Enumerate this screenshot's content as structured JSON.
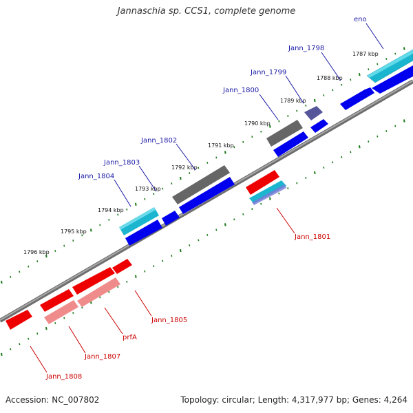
{
  "title": "Jannaschia sp. CCS1, complete genome",
  "footer": {
    "accession": "Accession: NC_007802",
    "summary": "Topology: circular; Length: 4,317,977 bp; Genes: 4,264"
  },
  "scale_labels": [
    "1787 kbp",
    "1788 kbp",
    "1789 kbp",
    "1790 kbp",
    "1791 kbp",
    "1792 kbp",
    "1793 kbp",
    "1794 kbp",
    "1795 kbp",
    "1796 kbp"
  ],
  "gene_labels": {
    "eno": "eno",
    "Jann_1798": "Jann_1798",
    "Jann_1799": "Jann_1799",
    "Jann_1800": "Jann_1800",
    "Jann_1801": "Jann_1801",
    "Jann_1802": "Jann_1802",
    "Jann_1803": "Jann_1803",
    "Jann_1804": "Jann_1804",
    "Jann_1805": "Jann_1805",
    "prfA": "prfA",
    "Jann_1807": "Jann_1807",
    "Jann_1808": "Jann_1808"
  },
  "colors": {
    "forward_label": "#1a1aa6",
    "reverse_label": "#cc0000",
    "backbone": "#8a8a8a",
    "tick": "#1a7a1a",
    "cds_blue": "#0000ee",
    "cds_red": "#ee0000",
    "cds_gray": "#666666",
    "cds_cyan": "#1bb5cf",
    "cds_light_cyan": "#2ad6e6",
    "cds_purple": "#55559a",
    "cds_pink": "#f08b8b"
  }
}
